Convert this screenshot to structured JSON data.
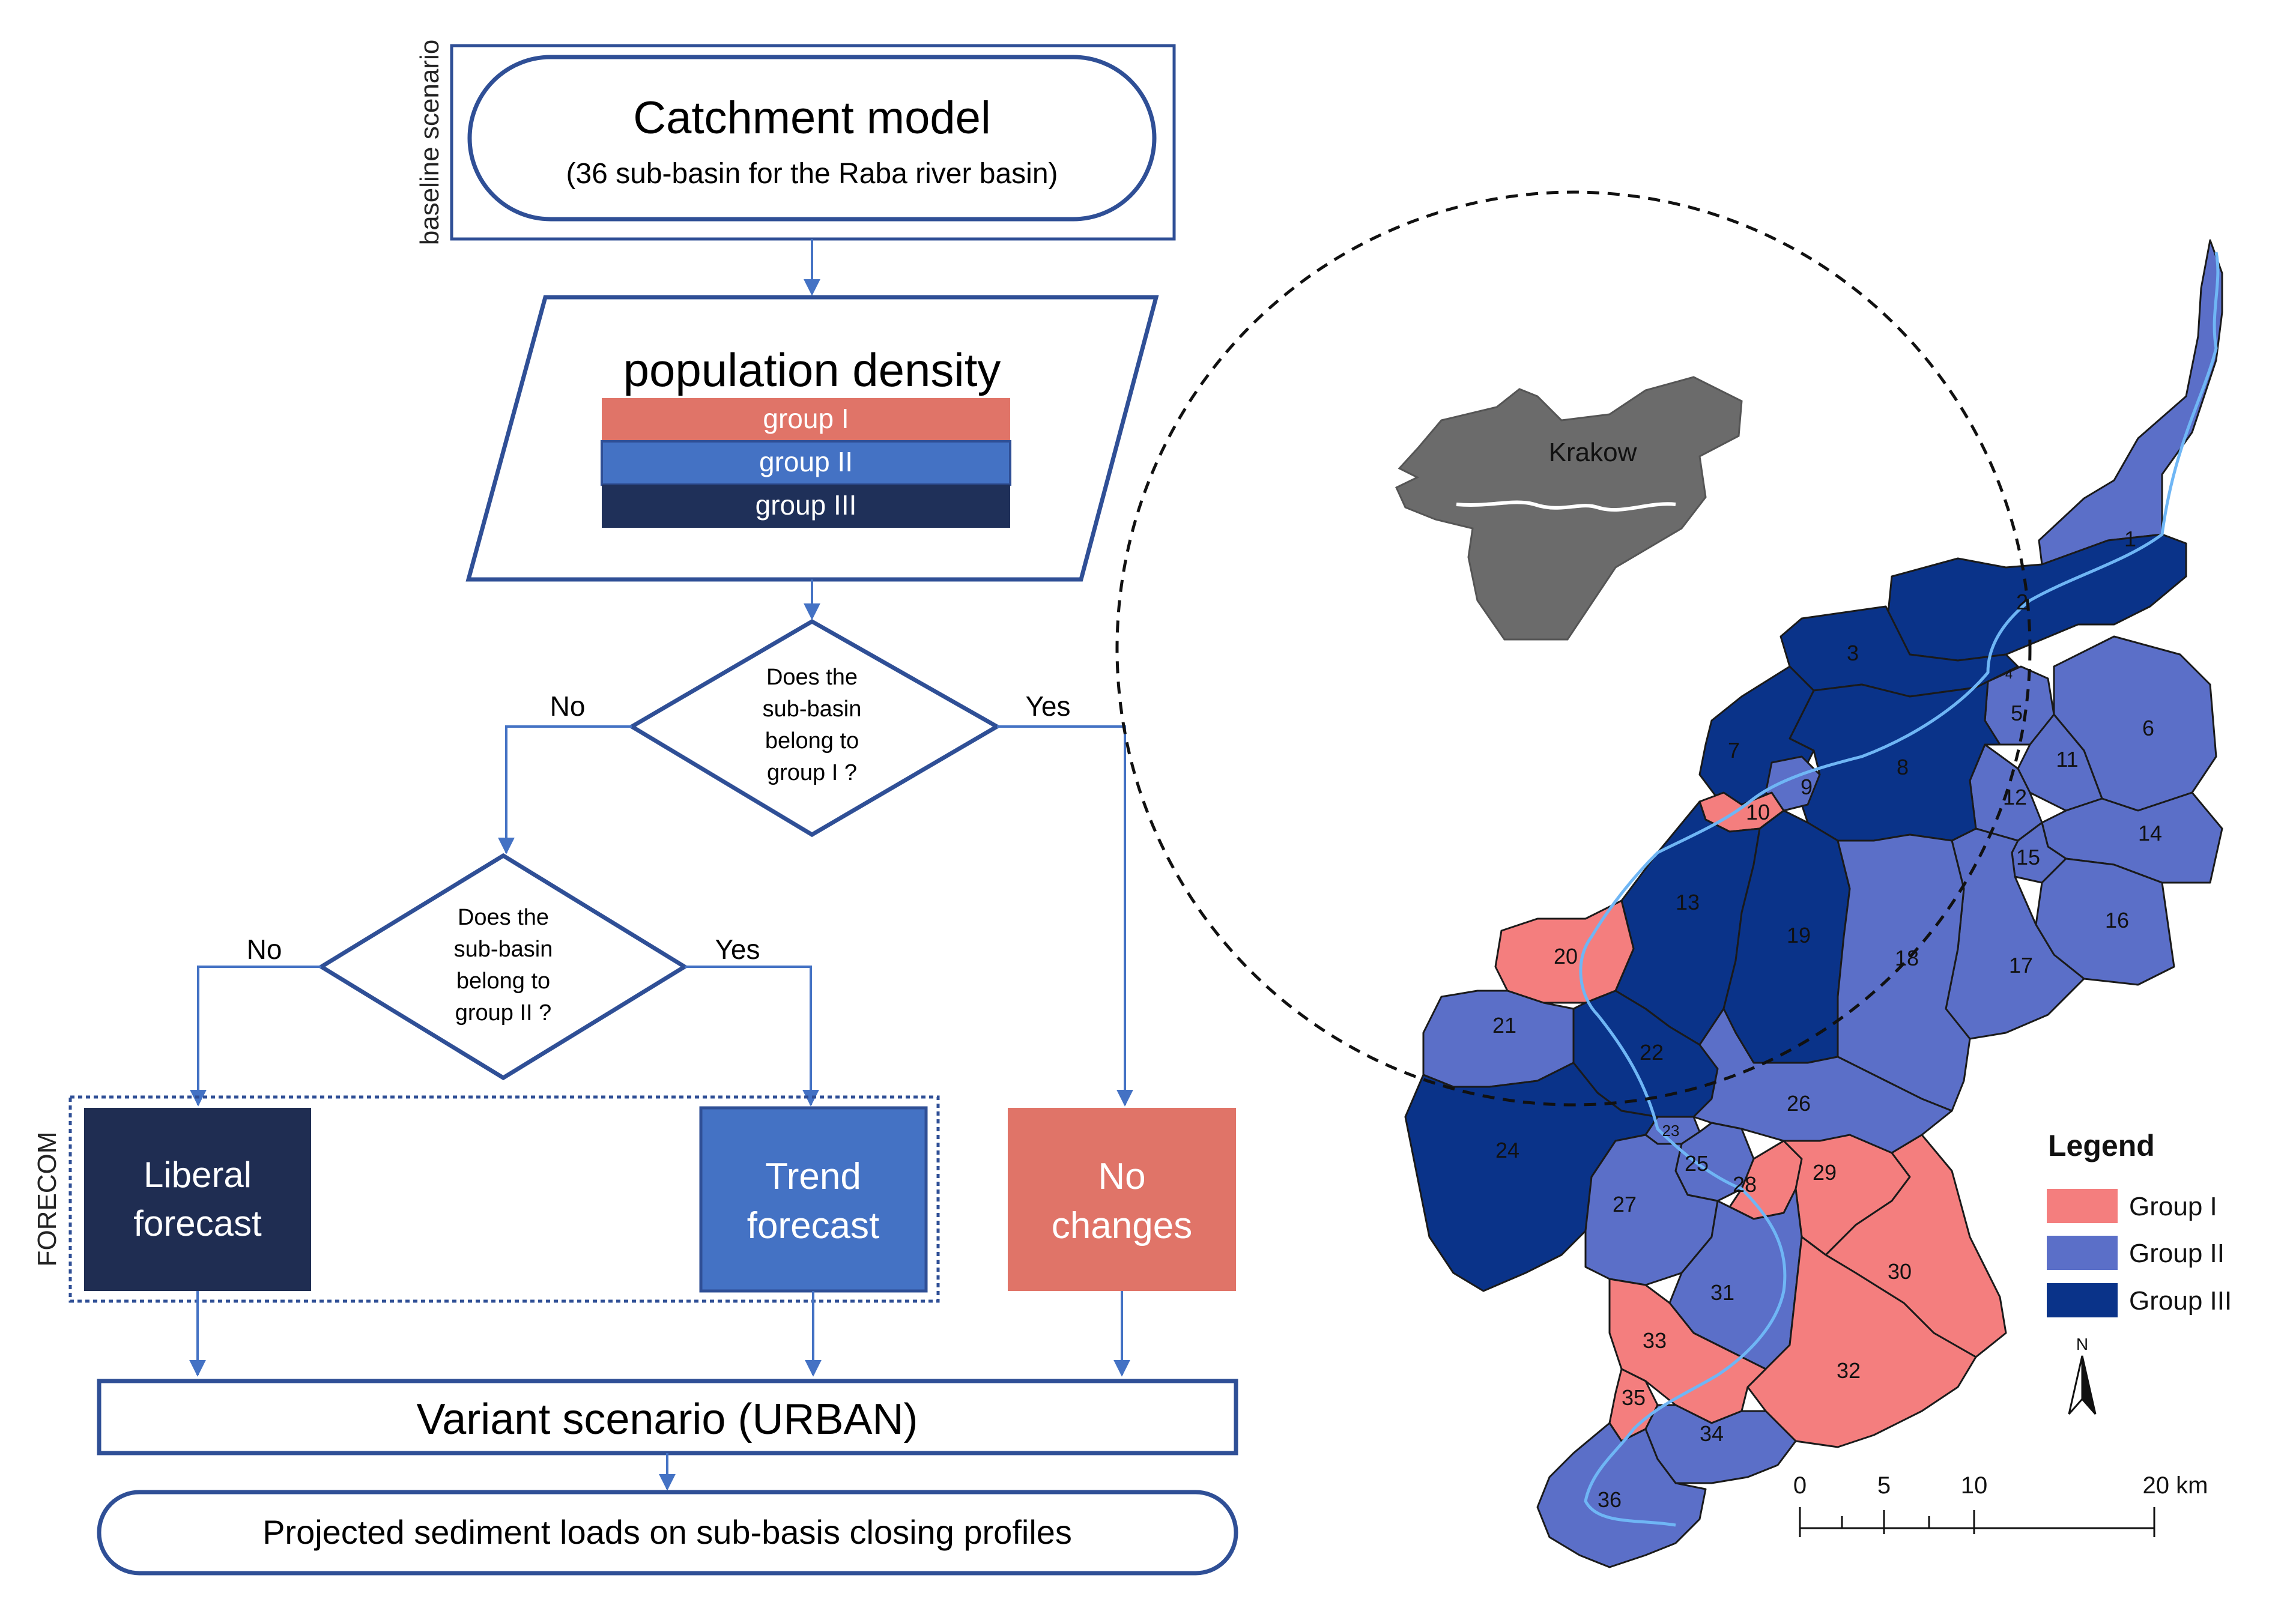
{
  "flow": {
    "baseline_label": "baseline scenario",
    "forecom_label": "FORECOM",
    "catchment": {
      "title": "Catchment model",
      "subtitle": "(36 sub-basin for the Raba river basin)"
    },
    "density": {
      "title": "population density",
      "groups": [
        {
          "label": "group I",
          "color": "#e07468"
        },
        {
          "label": "group II",
          "color": "#4472c4"
        },
        {
          "label": "group III",
          "color": "#1f3059"
        }
      ]
    },
    "decision1": {
      "lines": [
        "Does the",
        "sub-basin",
        "belong to",
        "group I ?"
      ],
      "no": "No",
      "yes": "Yes"
    },
    "decision2": {
      "lines": [
        "Does the",
        "sub-basin",
        "belong to",
        "group II ?"
      ],
      "no": "No",
      "yes": "Yes"
    },
    "outcomes": [
      {
        "lines": [
          "Liberal",
          "forecast"
        ],
        "color": "#1f2d52"
      },
      {
        "lines": [
          "Trend",
          "forecast"
        ],
        "color": "#4472c4"
      },
      {
        "lines": [
          "No",
          "changes"
        ],
        "color": "#e07468"
      }
    ],
    "variant": "Variant scenario  (URBAN)",
    "projected": "Projected sediment loads on sub-basis closing profiles"
  },
  "map": {
    "city_label": "Krakow",
    "basin_numbers": [
      "1",
      "2",
      "3",
      "4",
      "5",
      "6",
      "7",
      "8",
      "9",
      "10",
      "11",
      "12",
      "13",
      "14",
      "15",
      "16",
      "17",
      "18",
      "19",
      "20",
      "21",
      "22",
      "23",
      "24",
      "25",
      "26",
      "27",
      "28",
      "29",
      "30",
      "31",
      "32",
      "33",
      "34",
      "35",
      "36"
    ],
    "group_colors": {
      "I": "#f47e7e",
      "II": "#5b6fc8",
      "III": "#0a3389"
    },
    "legend": {
      "title": "Legend",
      "items": [
        {
          "label": "Group I",
          "color": "#f47e7e"
        },
        {
          "label": "Group II",
          "color": "#5b6fc8"
        },
        {
          "label": "Group III",
          "color": "#0a3389"
        }
      ]
    },
    "north_label": "N",
    "scale": {
      "ticks": [
        "0",
        "5",
        "10",
        "20 km"
      ]
    }
  }
}
